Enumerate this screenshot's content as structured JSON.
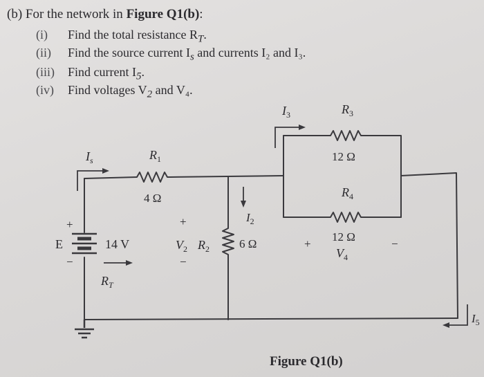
{
  "question": {
    "part_label": "(b)",
    "lead_text": "For the network in ",
    "figure_ref": "Figure Q1(b)",
    "lead_end": ":",
    "parts": [
      {
        "num": "(i)",
        "text": "Find the total resistance R",
        "sub": "T",
        "tail": "."
      },
      {
        "num": "(ii)",
        "text": "Find the source current I",
        "sub": "s",
        "tail": " and currents I₂ and I₃."
      },
      {
        "num": "(iii)",
        "text": "Find current I",
        "sub": "5",
        "tail": "."
      },
      {
        "num": "(iv)",
        "text": "Find voltages V",
        "sub": "2",
        "tail": " and V₄."
      }
    ]
  },
  "circuit": {
    "source": {
      "name": "E",
      "value": "14 V",
      "plus": "+",
      "minus": "−"
    },
    "is_label": "I",
    "is_sub": "s",
    "rt_label": "R",
    "rt_sub": "T",
    "r1": {
      "name": "R",
      "sub": "1",
      "value": "4 Ω"
    },
    "r2": {
      "name": "R",
      "sub": "2",
      "value": "6 Ω"
    },
    "r3": {
      "name": "R",
      "sub": "3",
      "value": "12 Ω"
    },
    "r4": {
      "name": "R",
      "sub": "4",
      "value": "12 Ω"
    },
    "i2": {
      "name": "I",
      "sub": "2"
    },
    "i3": {
      "name": "I",
      "sub": "3"
    },
    "i5": {
      "name": "I",
      "sub": "5"
    },
    "v2": {
      "name": "V",
      "sub": "2",
      "plus": "+",
      "minus": "−"
    },
    "v4": {
      "name": "V",
      "sub": "4",
      "plus": "+",
      "minus": "−"
    },
    "caption": "Figure Q1(b)"
  }
}
